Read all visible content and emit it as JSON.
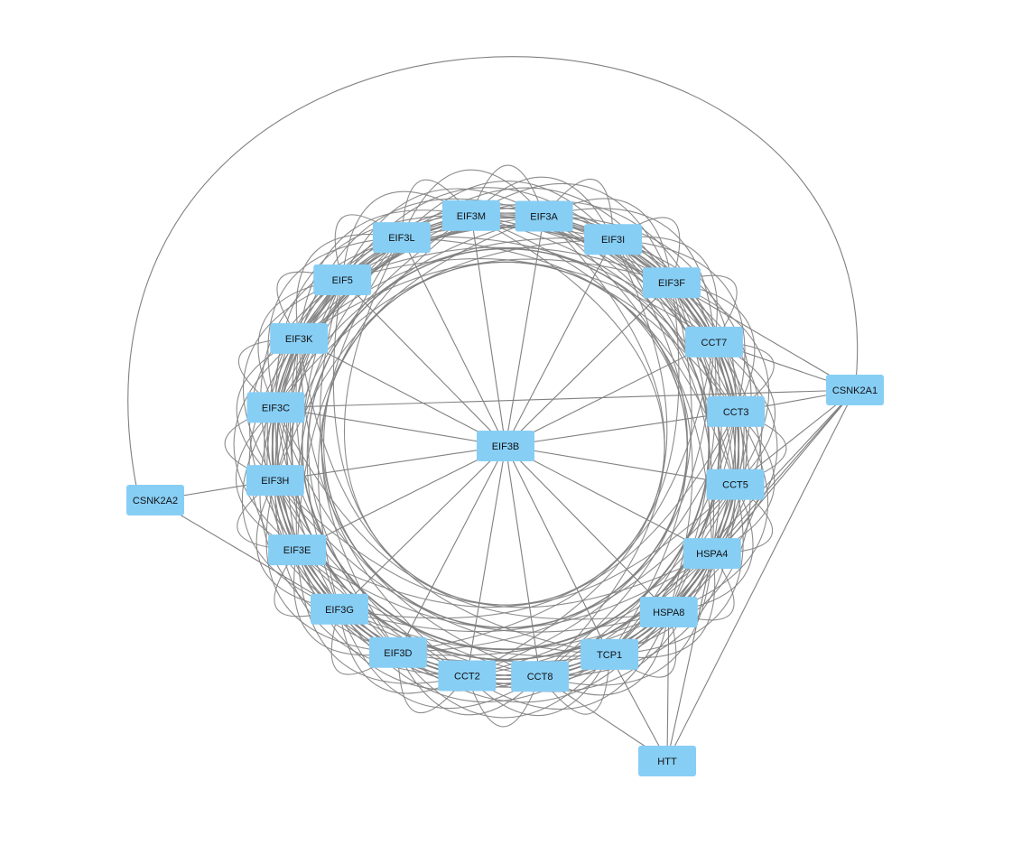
{
  "diagram": {
    "colors": {
      "node_fill": "#87cef5",
      "edge": "#808080",
      "label": "#111111",
      "background": "#ffffff"
    },
    "hub": "EIF3B",
    "ring": [
      "EIF3M",
      "EIF3A",
      "EIF3I",
      "EIF3F",
      "CCT7",
      "CCT3",
      "CCT5",
      "HSPA4",
      "HSPA8",
      "TCP1",
      "CCT8",
      "CCT2",
      "EIF3D",
      "EIF3G",
      "EIF3E",
      "EIF3H",
      "EIF3C",
      "EIF3K",
      "EIF5",
      "EIF3L"
    ],
    "outer": [
      "CSNK2A1",
      "CSNK2A2",
      "HTT"
    ],
    "extra_edges": [
      [
        "CSNK2A1",
        "CSNK2A2"
      ],
      [
        "CSNK2A1",
        "EIF3C"
      ],
      [
        "CSNK2A1",
        "EIF3F"
      ],
      [
        "CSNK2A1",
        "CCT7"
      ],
      [
        "CSNK2A1",
        "CCT3"
      ],
      [
        "CSNK2A1",
        "CCT5"
      ],
      [
        "CSNK2A1",
        "HSPA4"
      ],
      [
        "CSNK2A1",
        "HSPA8"
      ],
      [
        "CSNK2A1",
        "TCP1"
      ],
      [
        "CSNK2A1",
        "HTT"
      ],
      [
        "CSNK2A2",
        "EIF3H"
      ],
      [
        "CSNK2A2",
        "EIF3G"
      ],
      [
        "HTT",
        "HSPA8"
      ],
      [
        "HTT",
        "HSPA4"
      ],
      [
        "HTT",
        "TCP1"
      ],
      [
        "HTT",
        "CCT8"
      ]
    ]
  }
}
